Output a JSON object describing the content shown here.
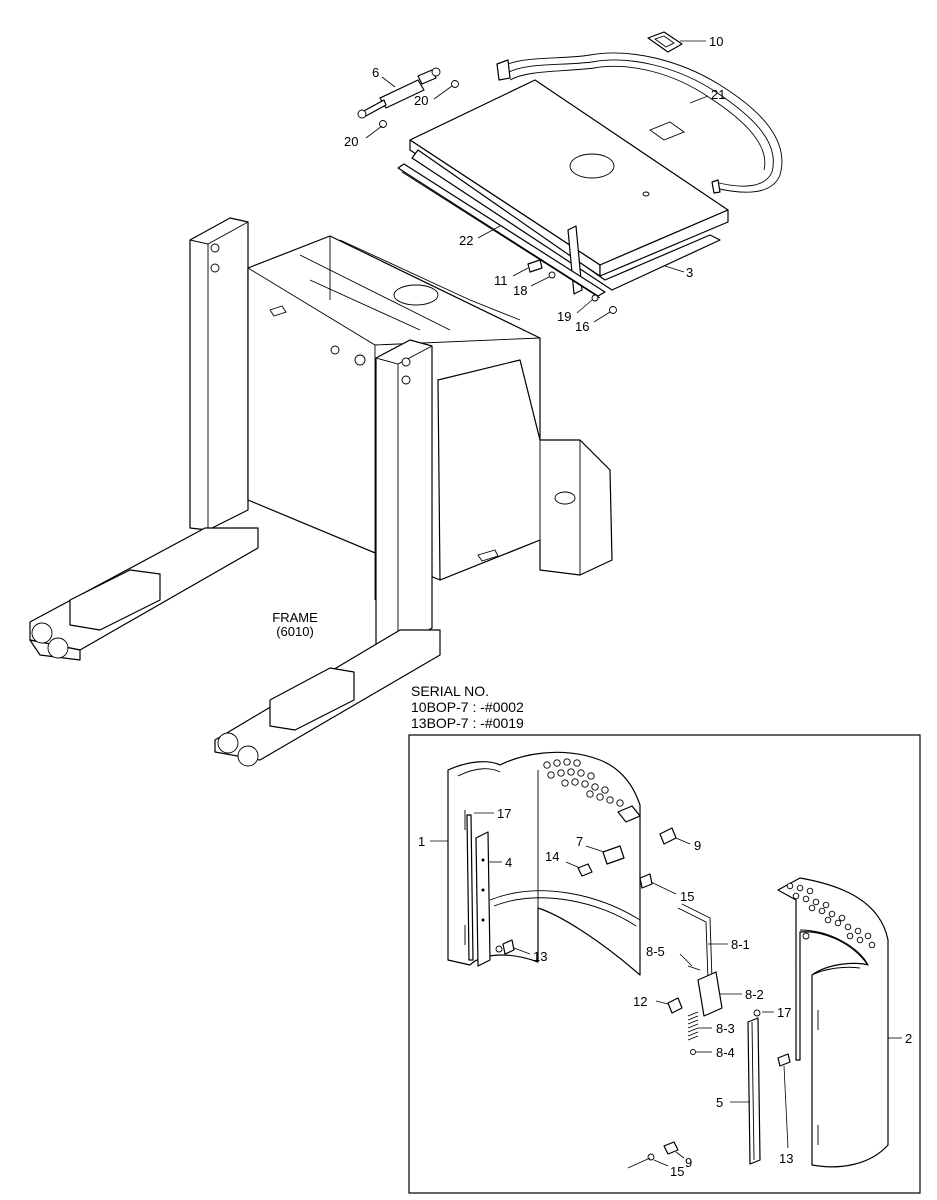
{
  "frame_label": {
    "line1": "FRAME",
    "line2": "(6010)"
  },
  "serial": {
    "heading": "SERIAL NO.",
    "line1": "10BOP-7 : -#0002",
    "line2": "13BOP-7 : -#0019"
  },
  "callouts": [
    {
      "id": "c10",
      "text": "10"
    },
    {
      "id": "c21",
      "text": "21"
    },
    {
      "id": "c6",
      "text": "6"
    },
    {
      "id": "c20a",
      "text": "20"
    },
    {
      "id": "c20b",
      "text": "20"
    },
    {
      "id": "c22",
      "text": "22"
    },
    {
      "id": "c11",
      "text": "11"
    },
    {
      "id": "c18",
      "text": "18"
    },
    {
      "id": "c3",
      "text": "3"
    },
    {
      "id": "c19",
      "text": "19"
    },
    {
      "id": "c16",
      "text": "16"
    },
    {
      "id": "d1",
      "text": "1"
    },
    {
      "id": "d17a",
      "text": "17"
    },
    {
      "id": "d4",
      "text": "4"
    },
    {
      "id": "d7",
      "text": "7"
    },
    {
      "id": "d9a",
      "text": "9"
    },
    {
      "id": "d14",
      "text": "14"
    },
    {
      "id": "d15a",
      "text": "15"
    },
    {
      "id": "d13a",
      "text": "13"
    },
    {
      "id": "d85",
      "text": "8-5"
    },
    {
      "id": "d81",
      "text": "8-1"
    },
    {
      "id": "d82",
      "text": "8-2"
    },
    {
      "id": "d12",
      "text": "12"
    },
    {
      "id": "d83",
      "text": "8-3"
    },
    {
      "id": "d84",
      "text": "8-4"
    },
    {
      "id": "d17b",
      "text": "17"
    },
    {
      "id": "d2",
      "text": "2"
    },
    {
      "id": "d5",
      "text": "5"
    },
    {
      "id": "d9b",
      "text": "9"
    },
    {
      "id": "d15b",
      "text": "15"
    },
    {
      "id": "d13b",
      "text": "13"
    }
  ]
}
